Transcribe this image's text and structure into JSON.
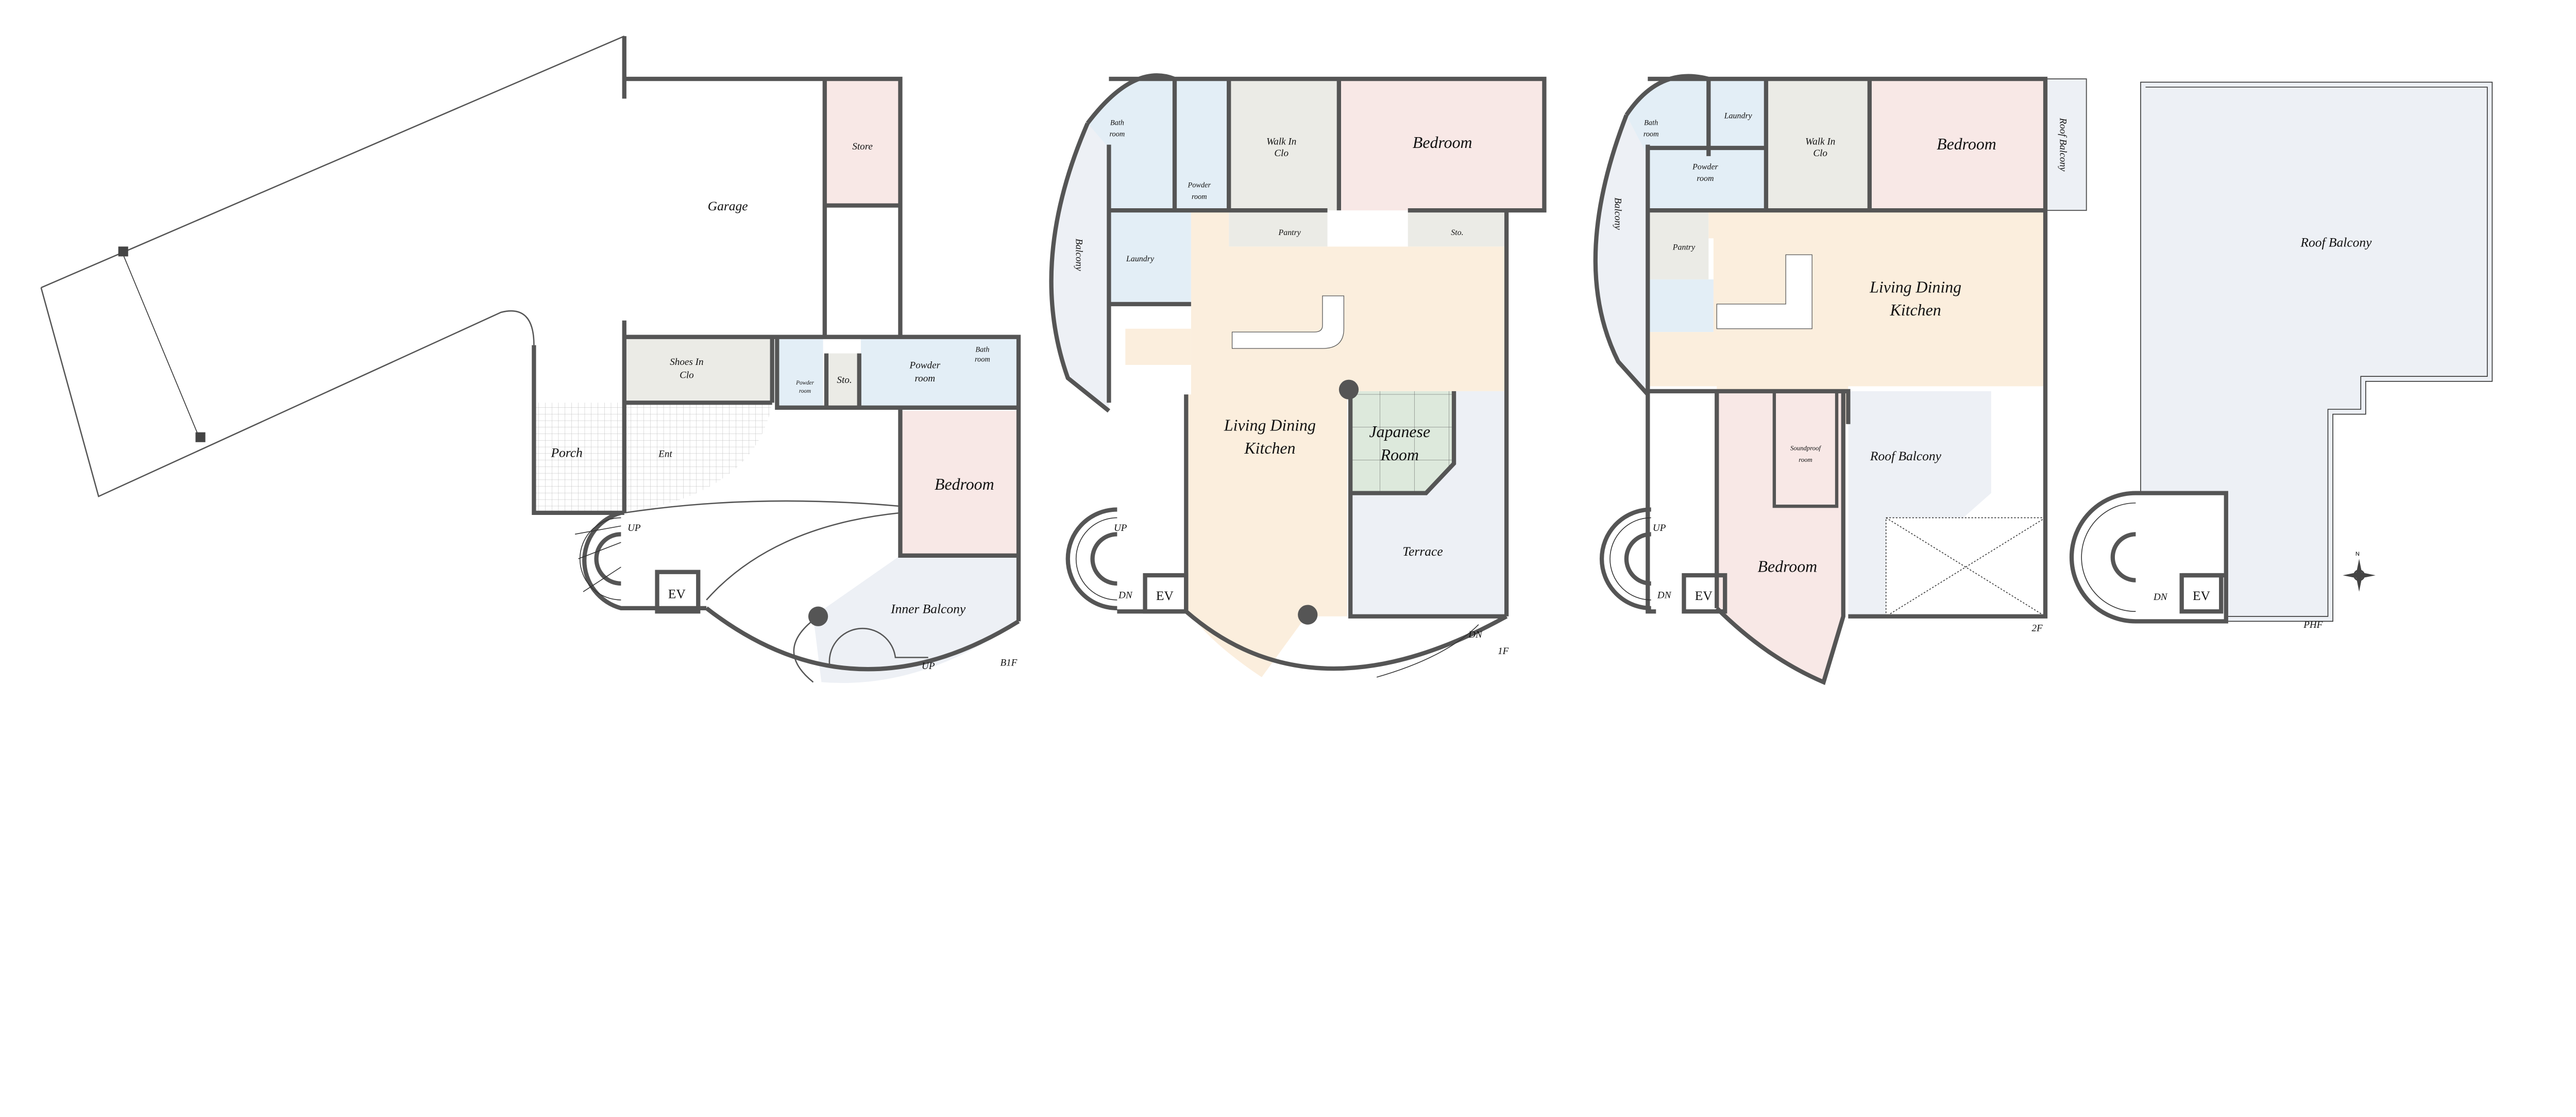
{
  "colors": {
    "wall": "#555555",
    "bedroom": "#f8e8e6",
    "wet_area": "#e3eef6",
    "storage": "#ebebe6",
    "ldk": "#fbeedd",
    "japanese_room": "#dde9dc",
    "balcony": "#edf0f5"
  },
  "floors": [
    {
      "label": "B1F",
      "rooms": [
        {
          "label": [
            "Garage"
          ]
        },
        {
          "label": [
            "Store"
          ]
        },
        {
          "label": [
            "Shoes In",
            "Clo"
          ]
        },
        {
          "label": [
            "Powder",
            "room"
          ]
        },
        {
          "label": [
            "Sto."
          ]
        },
        {
          "label": [
            "Powder",
            "room"
          ]
        },
        {
          "label": [
            "Bath",
            "room"
          ]
        },
        {
          "label": [
            "Porch"
          ]
        },
        {
          "label": [
            "Ent"
          ]
        },
        {
          "label": [
            "Bedroom"
          ]
        },
        {
          "label": [
            "Inner Balcony"
          ]
        }
      ],
      "marks": [
        "UP",
        "UP",
        "EV"
      ]
    },
    {
      "label": "1F",
      "rooms": [
        {
          "label": [
            "Bath",
            "room"
          ]
        },
        {
          "label": [
            "Powder",
            "room"
          ]
        },
        {
          "label": [
            "Walk In",
            "Clo"
          ]
        },
        {
          "label": [
            "Bedroom"
          ]
        },
        {
          "label": [
            "Pantry"
          ]
        },
        {
          "label": [
            "Sto."
          ]
        },
        {
          "label": [
            "Laundry"
          ]
        },
        {
          "label": [
            "Balcony"
          ]
        },
        {
          "label": [
            "Living Dining",
            "Kitchen"
          ]
        },
        {
          "label": [
            "Japanese",
            "Room"
          ]
        },
        {
          "label": [
            "Terrace"
          ]
        }
      ],
      "marks": [
        "UP",
        "DN",
        "DN",
        "EV"
      ]
    },
    {
      "label": "2F",
      "rooms": [
        {
          "label": [
            "Bath",
            "room"
          ]
        },
        {
          "label": [
            "Laundry"
          ]
        },
        {
          "label": [
            "Walk In",
            "Clo"
          ]
        },
        {
          "label": [
            "Bedroom"
          ]
        },
        {
          "label": [
            "Roof Balcony"
          ]
        },
        {
          "label": [
            "Powder",
            "room"
          ]
        },
        {
          "label": [
            "Pantry"
          ]
        },
        {
          "label": [
            "Balcony"
          ]
        },
        {
          "label": [
            "Living Dining",
            "Kitchen"
          ]
        },
        {
          "label": [
            "Soundproof",
            "room"
          ]
        },
        {
          "label": [
            "Roof Balcony"
          ]
        },
        {
          "label": [
            "Bedroom"
          ]
        }
      ],
      "marks": [
        "UP",
        "DN",
        "EV"
      ]
    },
    {
      "label": "PHF",
      "rooms": [
        {
          "label": [
            "Roof Balcony"
          ]
        }
      ],
      "marks": [
        "DN",
        "EV"
      ],
      "compass": "N"
    }
  ]
}
